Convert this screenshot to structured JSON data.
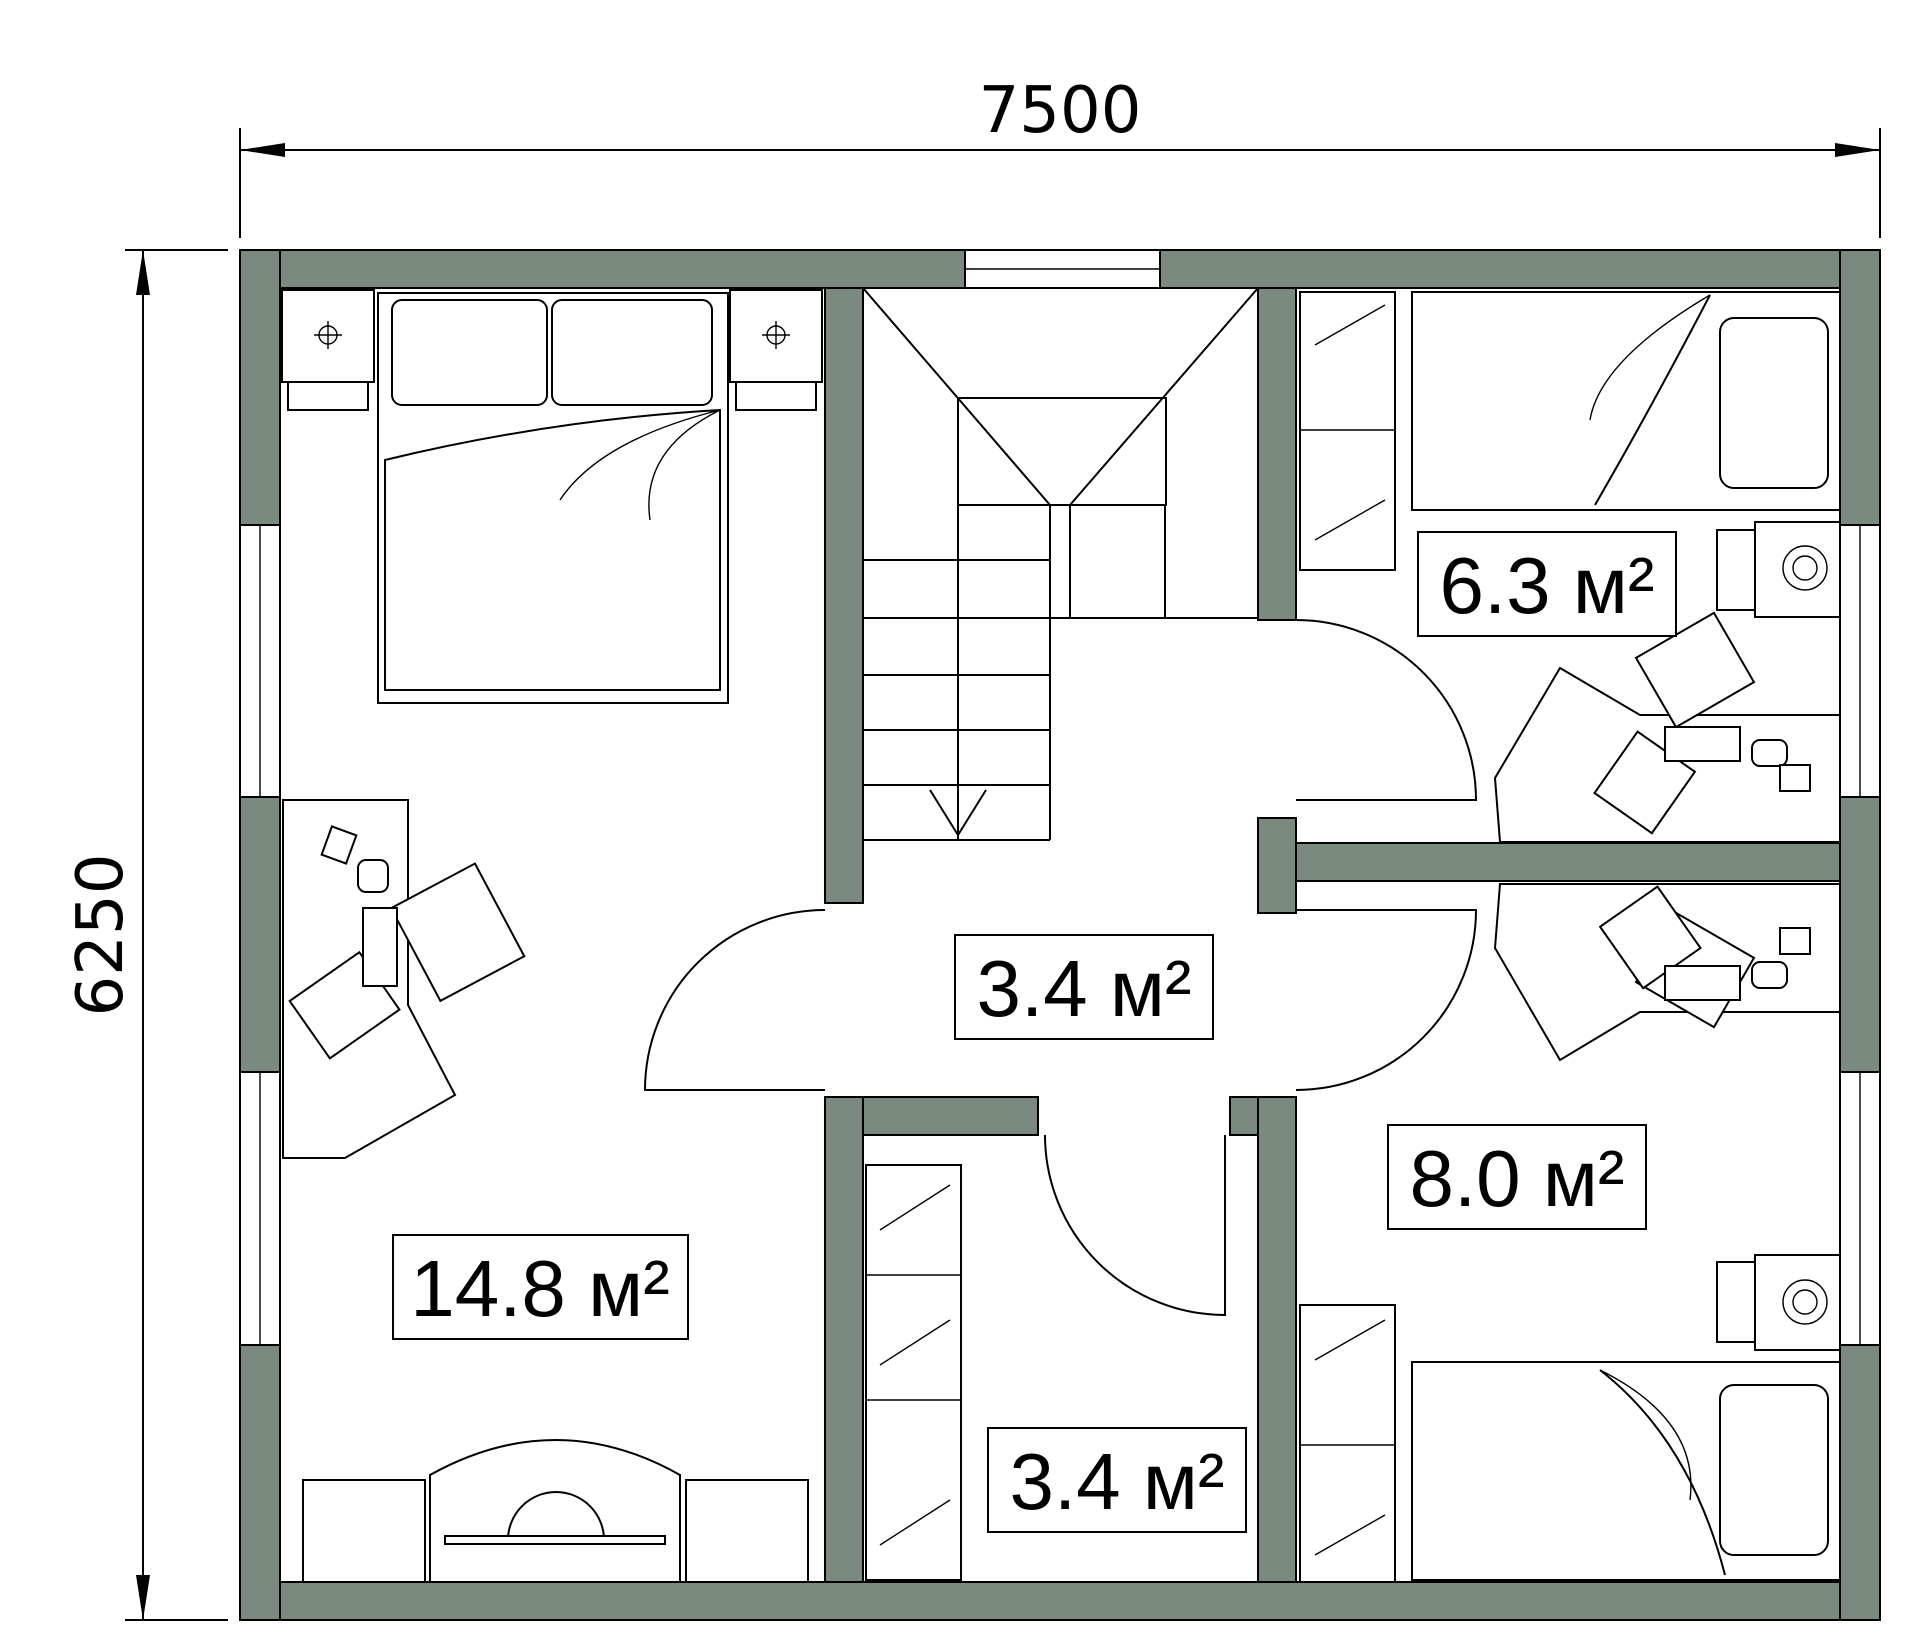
{
  "dimensions": {
    "width": "7500",
    "height": "6250"
  },
  "rooms": [
    {
      "id": "bedroom-master",
      "area": "14.8 м²"
    },
    {
      "id": "hall",
      "area": "3.4 м²"
    },
    {
      "id": "closet",
      "area": "3.4 м²"
    },
    {
      "id": "bedroom-small",
      "area": "6.3 м²"
    },
    {
      "id": "bedroom-right",
      "area": "8.0 м²"
    }
  ],
  "colors": {
    "wall": "#7a8a7e",
    "line": "#000000",
    "background": "#ffffff"
  }
}
